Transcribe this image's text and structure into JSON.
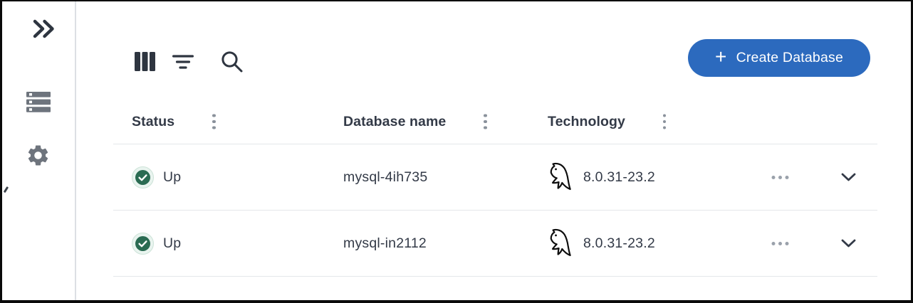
{
  "sidebar": {
    "expand_button": {
      "icon": "double-chevron-right-icon"
    },
    "items": [
      {
        "id": "databases",
        "icon": "server-icon"
      },
      {
        "id": "settings",
        "icon": "gear-icon"
      }
    ]
  },
  "toolbar": {
    "icons": [
      {
        "id": "columns",
        "icon": "columns-icon"
      },
      {
        "id": "filter",
        "icon": "filter-icon"
      },
      {
        "id": "search",
        "icon": "search-icon"
      }
    ],
    "create_button": {
      "plus": "+",
      "label": "Create Database"
    }
  },
  "table": {
    "columns": [
      {
        "key": "status",
        "label": "Status",
        "menu_icon": "kebab-icon"
      },
      {
        "key": "name",
        "label": "Database name",
        "menu_icon": "kebab-icon"
      },
      {
        "key": "technology",
        "label": "Technology",
        "menu_icon": "kebab-icon"
      }
    ],
    "rows": [
      {
        "status": "Up",
        "status_icon": "check-circle-icon",
        "name": "mysql-4ih735",
        "technology_icon": "mysql-dolphin-icon",
        "technology_version": "8.0.31-23.2",
        "actions_icon": "ellipsis-icon",
        "expand_icon": "chevron-down-icon"
      },
      {
        "status": "Up",
        "status_icon": "check-circle-icon",
        "name": "mysql-in2112",
        "technology_icon": "mysql-dolphin-icon",
        "technology_version": "8.0.31-23.2",
        "actions_icon": "ellipsis-icon",
        "expand_icon": "chevron-down-icon"
      }
    ]
  },
  "colors": {
    "primary_button": "#2c6abe",
    "status_up_fill": "#2a6b52",
    "status_up_ring": "#e9f4ef",
    "icon_dark": "#2e3540",
    "icon_gray": "#6e747d",
    "text_dark": "#333a47",
    "muted_dots": "#9aa1ab",
    "muted_dots_dark": "#8a919b",
    "divider": "#e4e7ea"
  }
}
